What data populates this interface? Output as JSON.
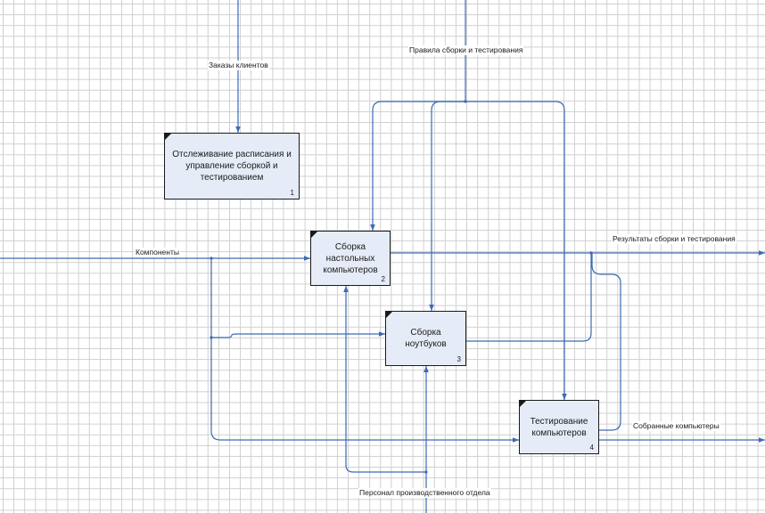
{
  "diagram": {
    "colors": {
      "arrow": "#3c6ab5",
      "box_fill": "#e6ecf7",
      "box_border": "#1a1a1a",
      "grid": "#cfcfcf"
    },
    "boxes": [
      {
        "id": "box1",
        "text": "Отслеживание расписания и управление сборкой и тестированием",
        "number": "1"
      },
      {
        "id": "box2",
        "text": "Сборка настольных компьютеров",
        "number": "2"
      },
      {
        "id": "box3",
        "text": "Сборка ноутбуков",
        "number": "3"
      },
      {
        "id": "box4",
        "text": "Тестирование компьютеров",
        "number": "4"
      }
    ],
    "labels": {
      "orders": "Заказы клиентов",
      "rules": "Правила сборки и тестирования",
      "components": "Компоненты",
      "results": "Результаты сборки и тестирования",
      "assembled": "Собранные компьютеры",
      "personnel": "Персонал производственного отдела"
    }
  }
}
